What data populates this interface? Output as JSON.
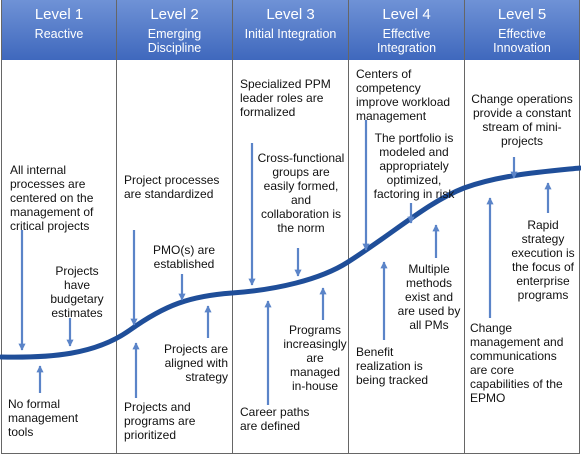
{
  "colors": {
    "header_top": "#6f92d6",
    "header_bottom": "#3f68bd",
    "curve": "#1f4e99",
    "arrow": "#5b84c8"
  },
  "levels": [
    {
      "level": "Level 1",
      "name": "Reactive"
    },
    {
      "level": "Level 2",
      "name": "Emerging Discipline"
    },
    {
      "level": "Level 3",
      "name": "Initial Integration"
    },
    {
      "level": "Level 4",
      "name": "Effective Integration"
    },
    {
      "level": "Level 5",
      "name": "Effective Innovation"
    }
  ],
  "notes": {
    "l1_processes": "All internal processes are centered on the management of critical projects",
    "l1_budget": "Projects have budgetary estimates",
    "l1_tools": "No formal management tools",
    "l2_processes": "Project processes are standardized",
    "l2_pmo": "PMO(s) are established",
    "l2_aligned": "Projects are aligned with strategy",
    "l2_prioritized": "Projects and programs are prioritized",
    "l3_roles": "Specialized PPM leader roles are formalized",
    "l3_groups": "Cross-functional groups are easily formed, and collaboration is the norm",
    "l3_inhouse": "Programs increasingly are managed in-house",
    "l3_career": "Career paths are defined",
    "l4_centers": "Centers of competency improve workload management",
    "l4_portfolio": "The portfolio is modeled and appropriately optimized, factoring in risk",
    "l4_methods": "Multiple methods exist and are used by all PMs",
    "l4_benefit": "Benefit realization is being tracked",
    "l5_change": "Change operations provide a constant stream of mini-projects",
    "l5_strategy": "Rapid strategy execution is the focus of enterprise programs",
    "l5_capabilities": "Change management and communications are core capabilities of the EPMO"
  }
}
